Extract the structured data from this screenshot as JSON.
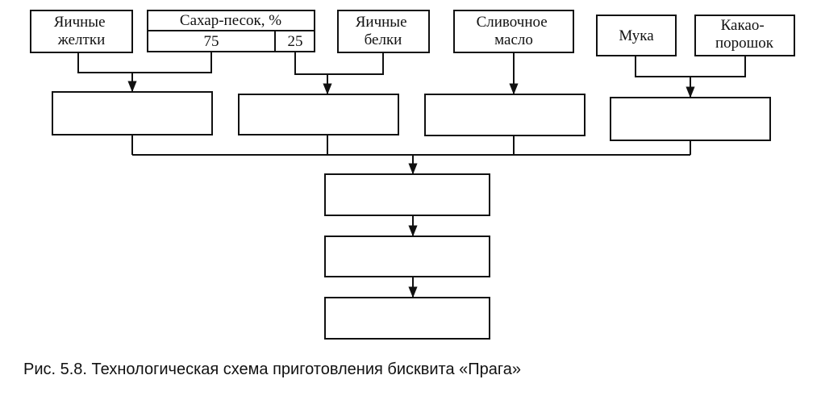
{
  "ingredients": {
    "egg_yolks": [
      "Яичные",
      "желтки"
    ],
    "sugar": {
      "title": "Сахар-песок, %",
      "share_yolks": "75",
      "share_whites": "25"
    },
    "egg_whites": [
      "Яичные",
      "белки"
    ],
    "butter": [
      "Сливочное",
      "масло"
    ],
    "flour": "Мука",
    "cocoa": [
      "Какао-",
      "порошок"
    ]
  },
  "caption": "Рис. 5.8. Технологическая схема приготовления бисквита «Прага»",
  "colors": {
    "line": "#111111",
    "background": "#ffffff"
  }
}
